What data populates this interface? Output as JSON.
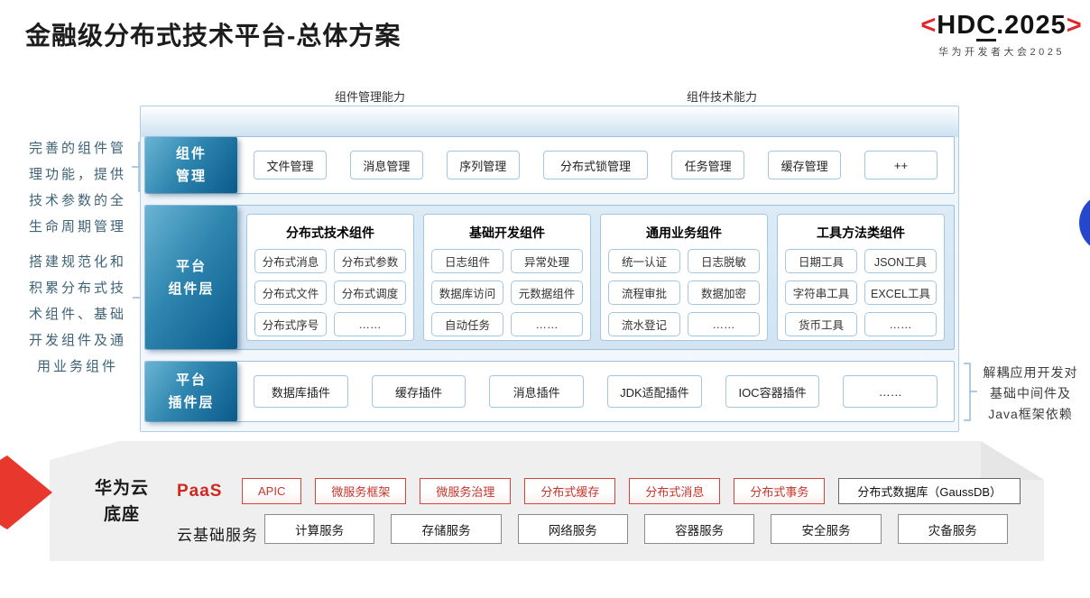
{
  "page_title": "金融级分布式技术平台-总体方案",
  "logo": {
    "open": "<",
    "hd": "HD",
    "c": "C",
    "rest": ".2025",
    "close": ">",
    "subtitle": "华为开发者大会2025"
  },
  "arrows": {
    "left_label": "组件管理能力",
    "right_label": "组件技术能力"
  },
  "annotations": {
    "left_top_lines": [
      "完善的组件管",
      "理功能，提供",
      "技术参数的全",
      "生命周期管理"
    ],
    "left_bottom_lines": [
      "搭建规范化和",
      "积累分布式技",
      "术组件、基础",
      "开发组件及通",
      "用业务组件"
    ],
    "right_lines": [
      "解耦应用开发对",
      "基础中间件及",
      "Java框架依赖"
    ]
  },
  "component_mgmt": {
    "label_lines": [
      "组件",
      "管理"
    ],
    "items": [
      "文件管理",
      "消息管理",
      "序列管理",
      "分布式锁管理",
      "任务管理",
      "缓存管理",
      "++"
    ]
  },
  "platform_components": {
    "label_lines": [
      "平台",
      "组件层"
    ],
    "columns": [
      {
        "header": "分布式技术组件",
        "items": [
          "分布式消息",
          "分布式参数",
          "分布式文件",
          "分布式调度",
          "分布式序号",
          "……"
        ]
      },
      {
        "header": "基础开发组件",
        "items": [
          "日志组件",
          "异常处理",
          "数据库访问",
          "元数据组件",
          "自动任务",
          "……"
        ]
      },
      {
        "header": "通用业务组件",
        "items": [
          "统一认证",
          "日志脱敏",
          "流程审批",
          "数据加密",
          "流水登记",
          "……"
        ]
      },
      {
        "header": "工具方法类组件",
        "items": [
          "日期工具",
          "JSON工具",
          "字符串工具",
          "EXCEL工具",
          "货币工具",
          "……"
        ]
      }
    ]
  },
  "platform_plugins": {
    "label_lines": [
      "平台",
      "插件层"
    ],
    "items": [
      "数据库插件",
      "缓存插件",
      "消息插件",
      "JDK适配插件",
      "IOC容器插件",
      "……"
    ]
  },
  "cloud_base": {
    "label_lines": [
      "华为云",
      "底座"
    ],
    "paas_label": "PaaS",
    "paas_items": [
      "APIC",
      "微服务框架",
      "微服务治理",
      "分布式缓存",
      "分布式消息",
      "分布式事务"
    ],
    "db_item": "分布式数据库（GaussDB）",
    "iaas_label": "云基础服务",
    "iaas_items": [
      "计算服务",
      "存储服务",
      "网络服务",
      "容器服务",
      "安全服务",
      "灾备服务"
    ]
  },
  "colors": {
    "teal_dark": "#0a5a8b",
    "teal_light": "#6ab4d4",
    "accent_red": "#e0332c",
    "circle_blue": "#2447cb",
    "box_border_blue": "#a3c7e3"
  }
}
